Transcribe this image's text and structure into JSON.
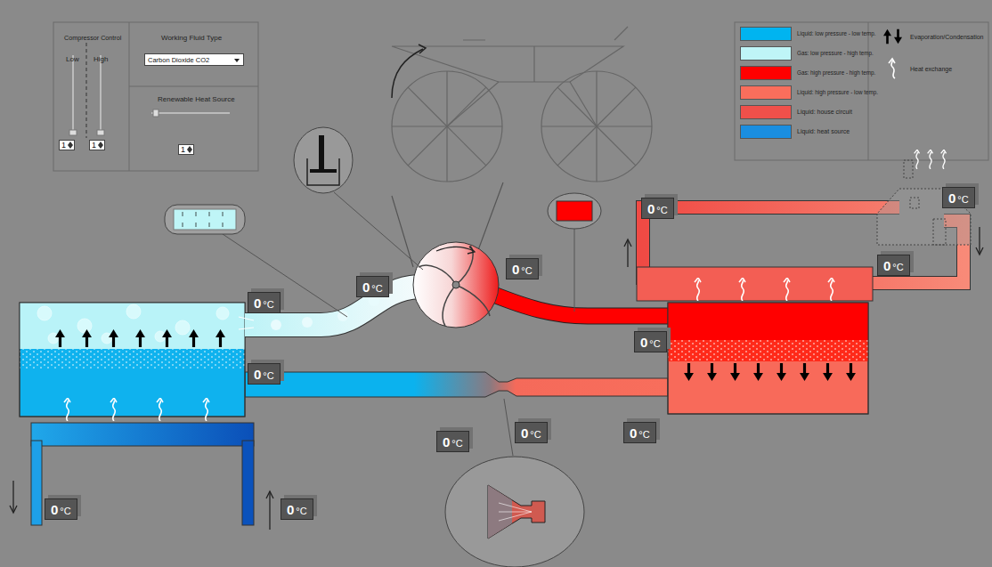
{
  "diagram": {
    "nodes": [
      {
        "text": [
          "Compressor Control",
          "Low",
          "High"
        ]
      },
      {
        "text": [
          "1"
        ],
        "in": 0
      },
      {
        "text": [
          "1"
        ],
        "in": 0
      },
      {
        "text": [
          "Working Fluid Type"
        ]
      },
      {
        "text": [
          "Carbon Dioxide CO2"
        ],
        "in": 3
      },
      {
        "text": [
          "Renewable Heat Source"
        ]
      },
      {
        "text": [
          "1"
        ],
        "in": 5
      },
      {
        "text": [
          "0",
          "°C"
        ]
      },
      {
        "text": [
          "0",
          "°C"
        ]
      },
      {
        "text": [
          "0",
          "°C"
        ]
      },
      {
        "text": [
          "0",
          "°C"
        ]
      },
      {
        "text": [
          "0",
          "°C"
        ]
      },
      {
        "text": [
          "0",
          "°C"
        ]
      },
      {
        "text": [
          "0",
          "°C"
        ]
      },
      {
        "text": [
          "0",
          "°C"
        ]
      },
      {
        "text": [
          "0",
          "°C"
        ]
      },
      {
        "text": [
          "0",
          "°C"
        ]
      },
      {
        "text": [
          "0",
          "°C"
        ]
      },
      {
        "text": [
          "0",
          "°C"
        ]
      },
      {
        "text": [
          "0",
          "°C"
        ]
      }
    ],
    "legend": [
      {
        "text": "Liquid: low pressure - low temp.",
        "color": "#00b4f0"
      },
      {
        "text": "Gas: low pressure - high temp.",
        "color": "#bff5f7"
      },
      {
        "text": "Gas: high pressure - high temp.",
        "color": "#ff0000"
      },
      {
        "text": "Liquid: high pressure - low temp.",
        "color": "#fa6e5c"
      },
      {
        "text": "Liquid: house circuit",
        "color": "#f0504a"
      },
      {
        "text": "Liquid: heat source",
        "color": "#1a8ee0"
      },
      {
        "text": "Evaporation/Condensation"
      },
      {
        "text": "Heat exchange"
      }
    ]
  }
}
